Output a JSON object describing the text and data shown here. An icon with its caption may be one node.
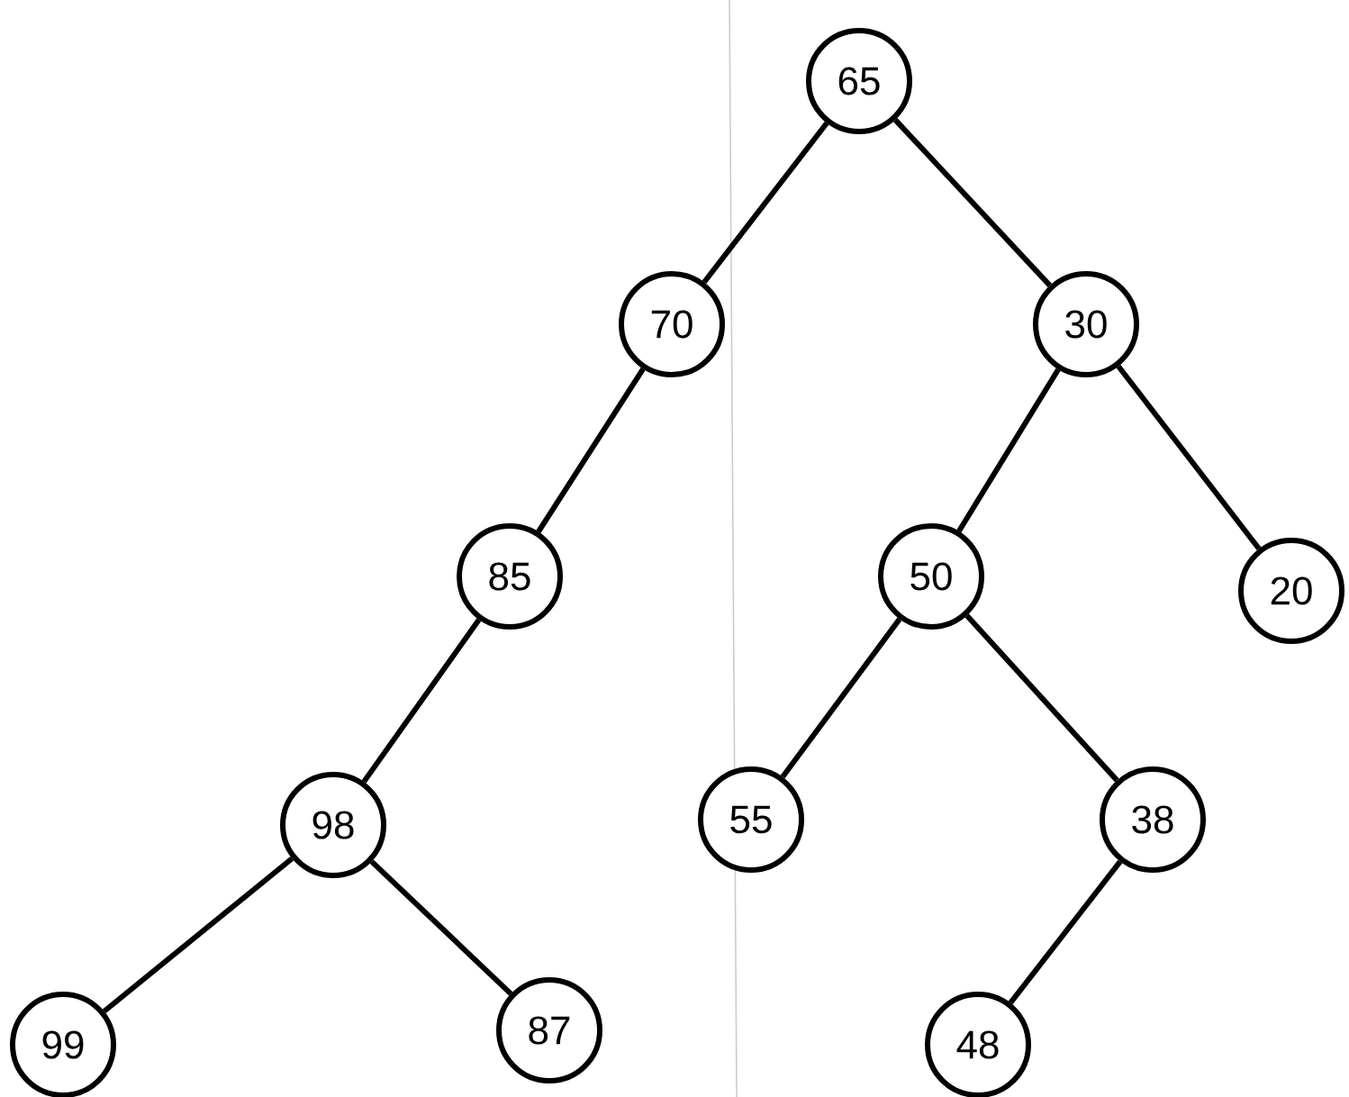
{
  "diagram": {
    "nodes": [
      {
        "text": [
          "65"
        ]
      },
      {
        "text": [
          "70"
        ]
      },
      {
        "text": [
          "30"
        ]
      },
      {
        "text": [
          "85"
        ]
      },
      {
        "text": [
          "50"
        ]
      },
      {
        "text": [
          "20"
        ]
      },
      {
        "text": [
          "98"
        ]
      },
      {
        "text": [
          "55"
        ]
      },
      {
        "text": [
          "38"
        ]
      },
      {
        "text": [
          "99"
        ]
      },
      {
        "text": [
          "87"
        ]
      },
      {
        "text": [
          "48"
        ]
      }
    ],
    "edges": [
      {
        "from": 0,
        "to": 1,
        "arrow": "none"
      },
      {
        "from": 0,
        "to": 2,
        "arrow": "none"
      },
      {
        "from": 1,
        "to": 3,
        "arrow": "none"
      },
      {
        "from": 3,
        "to": 6,
        "arrow": "none"
      },
      {
        "from": 6,
        "to": 9,
        "arrow": "none"
      },
      {
        "from": 6,
        "to": 10,
        "arrow": "none"
      },
      {
        "from": 2,
        "to": 4,
        "arrow": "none"
      },
      {
        "from": 2,
        "to": 5,
        "arrow": "none"
      },
      {
        "from": 4,
        "to": 7,
        "arrow": "none"
      },
      {
        "from": 4,
        "to": 8,
        "arrow": "none"
      },
      {
        "from": 8,
        "to": 11,
        "arrow": "none"
      }
    ]
  }
}
